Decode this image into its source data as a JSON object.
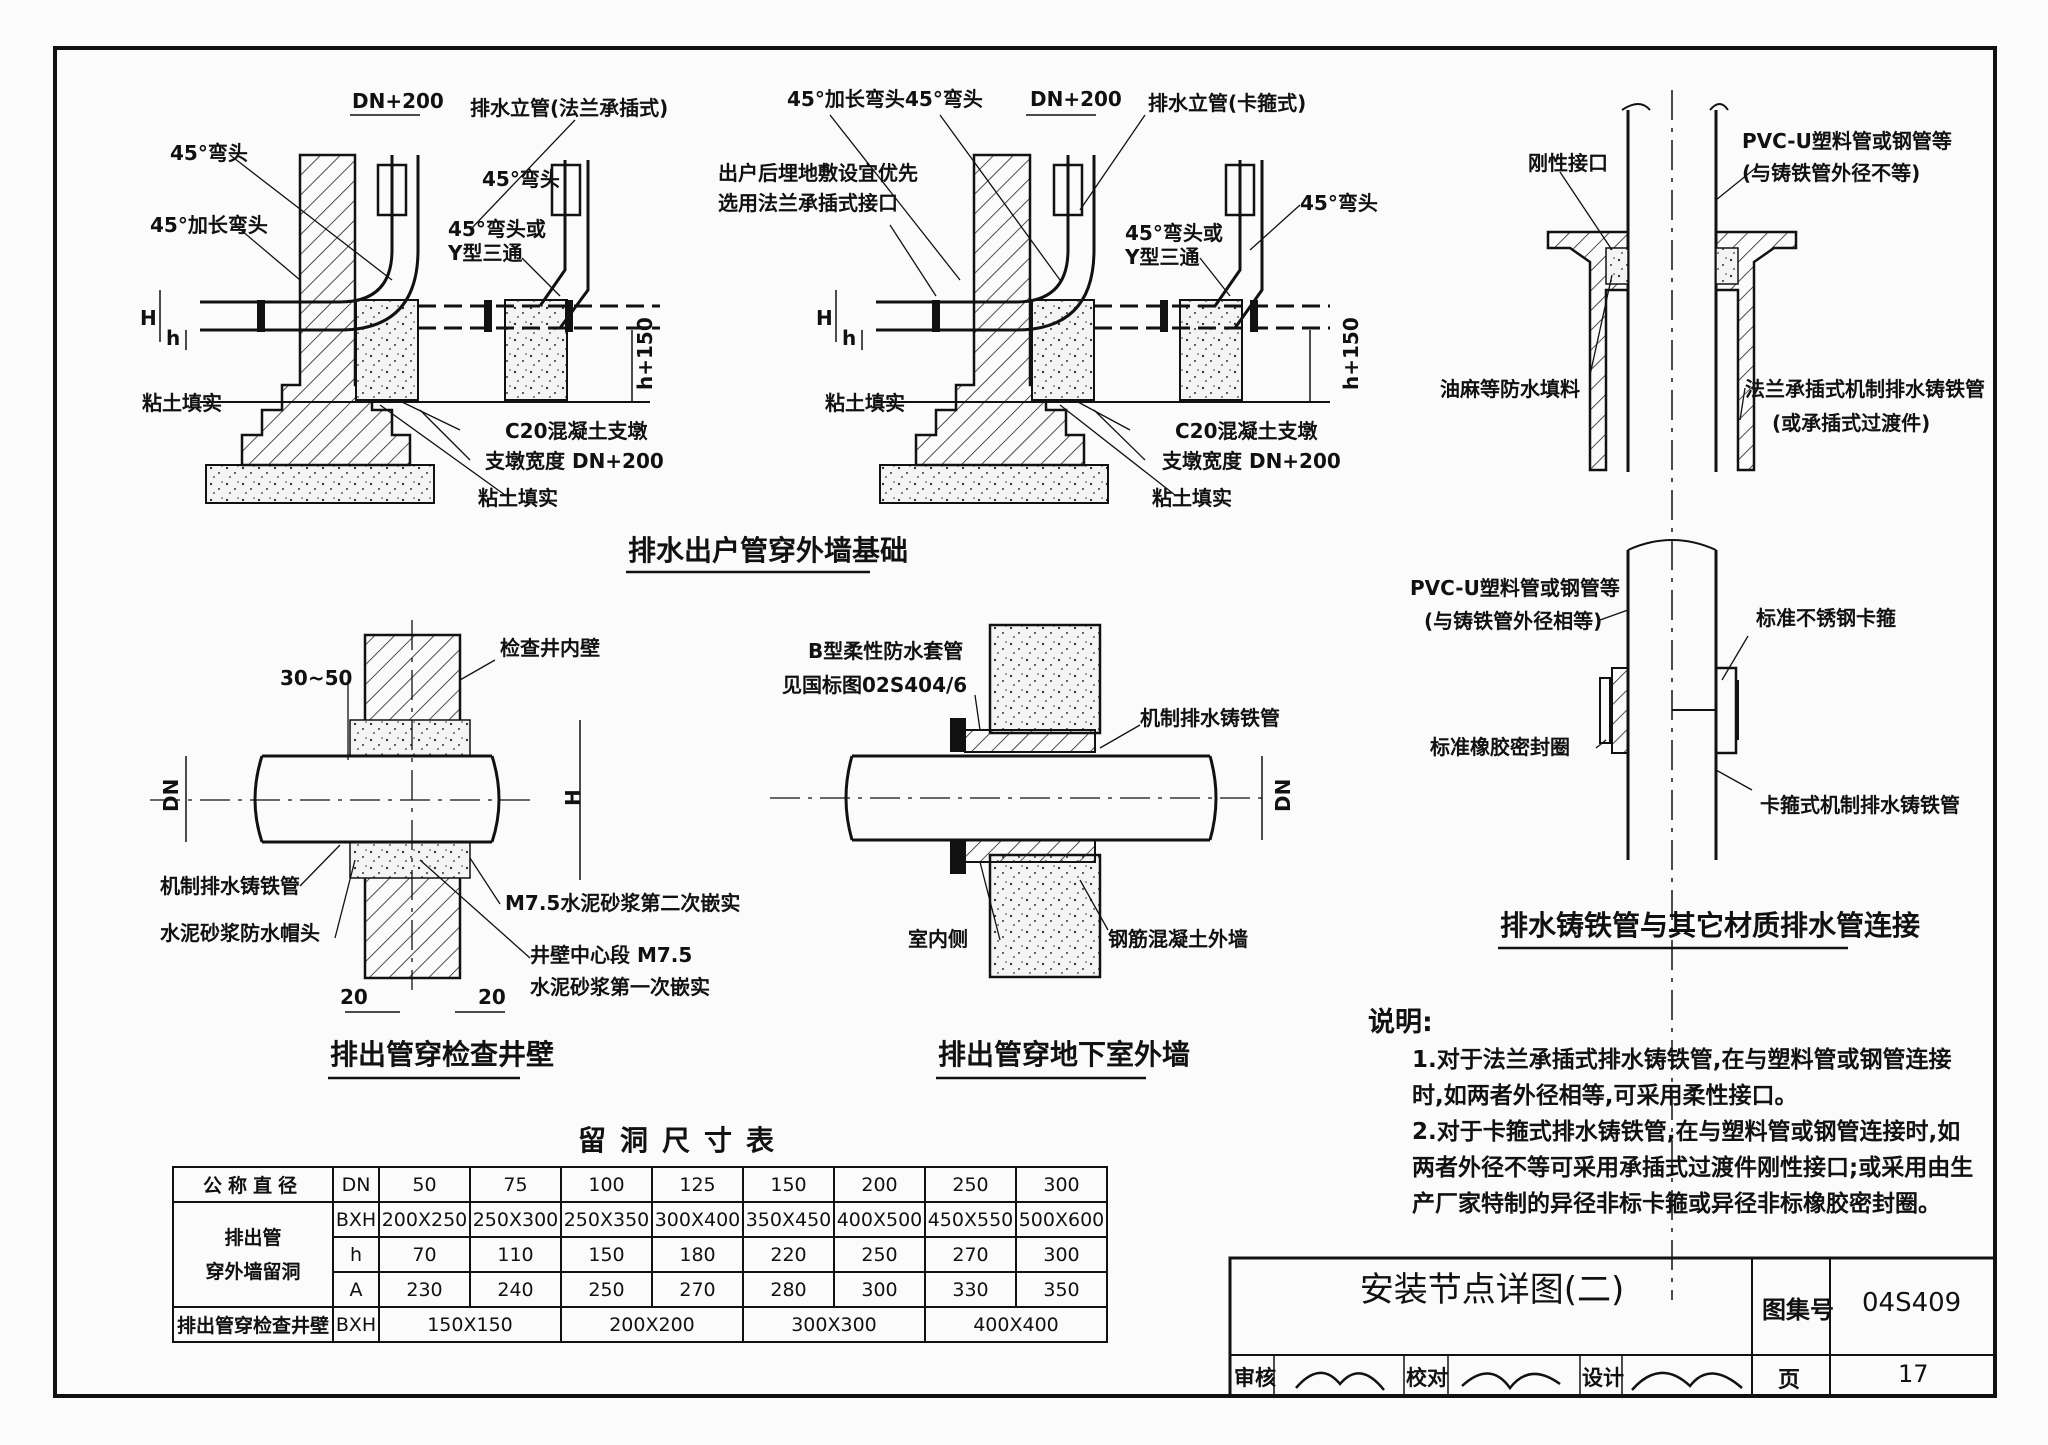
{
  "labels": {
    "dn200_a": "DN+200",
    "riser_flange": "排水立管(法兰承插式)",
    "elbow45_a": "45°弯头",
    "ext_elbow45_a": "45°加长弯头",
    "elbow45_b": "45°弯头",
    "elbow_or_y_a1": "45°弯头或",
    "elbow_or_y_a2": "Y型三通",
    "h_a": "H",
    "hsmall_a": "h",
    "h150_a": "h+150",
    "clay_a1": "粘土填实",
    "c20_a": "C20混凝土支墩",
    "pier_width_a": "支墩宽度 DN+200",
    "clay_a2": "粘土填实",
    "ext_elbow45_b": "45°加长弯头",
    "elbow45_c": "45°弯头",
    "dn200_b": "DN+200",
    "riser_clamp": "排水立管(卡箍式)",
    "outdoor_note1": "出户后埋地敷设宜优先",
    "outdoor_note2": "选用法兰承插式接口",
    "elbow_or_y_b1": "45°弯头或",
    "elbow_or_y_b2": "Y型三通",
    "elbow45_d": "45°弯头",
    "h_b": "H",
    "hsmall_b": "h",
    "h150_b": "h+150",
    "clay_b1": "粘土填实",
    "c20_b": "C20混凝土支墩",
    "pier_width_b": "支墩宽度 DN+200",
    "clay_b2": "粘土填实",
    "rigid_joint": "刚性接口",
    "pvc_top1": "PVC-U塑料管或钢管等",
    "pvc_top2": "(与铸铁管外径不等)",
    "oakum": "油麻等防水填料",
    "flange_pipe1": "法兰承插式机制排水铸铁管",
    "flange_pipe2": "(或承插式过渡件)",
    "pvc_bot1": "PVC-U塑料管或钢管等",
    "pvc_bot2": "(与铸铁管外径相等)",
    "std_clamp": "标准不锈钢卡箍",
    "rubber_ring": "标准橡胶密封圈",
    "clamp_pipe": "卡箍式机制排水铸铁管",
    "dim_30_50": "30~50",
    "inner_wall": "检查井内壁",
    "dn_c": "DN",
    "h_c": "H",
    "cast_pipe_c": "机制排水铸铁管",
    "mortar_cap": "水泥砂浆防水帽头",
    "m75_second": "M7.5水泥砂浆第二次嵌实",
    "m75_first1": "井壁中心段 M7.5",
    "m75_first2": "水泥砂浆第一次嵌实",
    "dim20_a": "20",
    "dim20_b": "20",
    "sleeve_b": "B型柔性防水套管",
    "sleeve_ref": "见国标图02S404/6",
    "cast_pipe_d": "机制排水铸铁管",
    "dn_d": "DN",
    "indoor_side": "室内侧",
    "rc_wall": "钢筋混凝土外墙"
  },
  "titles": {
    "foundation": "排水出户管穿外墙基础",
    "inspection": "排出管穿检查井壁",
    "basement": "排出管穿地下室外墙",
    "connection": "排水铸铁管与其它材质排水管连接"
  },
  "notes": {
    "title": "说明:",
    "n1": "1.对于法兰承插式排水铸铁管,在与塑料管或钢管连接时,如两者外径相等,可采用柔性接口。",
    "n2": "2.对于卡箍式排水铸铁管,在与塑料管或钢管连接时,如两者外径不等可采用承插式过渡件刚性接口;或采用由生产厂家特制的异径非标卡箍或异径非标橡胶密封圈。"
  },
  "table": {
    "title": "留洞尺寸表",
    "hdr_name": "公称直径",
    "hdr_dn": "DN",
    "dn": [
      "50",
      "75",
      "100",
      "125",
      "150",
      "200",
      "250",
      "300"
    ],
    "grp_line1": "排出管",
    "grp_line2": "穿外墙留洞",
    "row_bxh": "BXH",
    "bxh": [
      "200X250",
      "250X300",
      "250X350",
      "300X400",
      "350X450",
      "400X500",
      "450X550",
      "500X600"
    ],
    "row_h": "h",
    "h": [
      "70",
      "110",
      "150",
      "180",
      "220",
      "250",
      "270",
      "300"
    ],
    "row_a": "A",
    "a": [
      "230",
      "240",
      "250",
      "270",
      "280",
      "300",
      "330",
      "350"
    ],
    "well_label": "排出管穿检查井壁",
    "well_bxh": "BXH",
    "well": [
      "150X150",
      "200X200",
      "300X300",
      "400X400"
    ]
  },
  "title_block": {
    "title": "安装节点详图(二)",
    "atlas_label": "图集号",
    "atlas": "04S409",
    "review": "审核",
    "check": "校对",
    "design": "设计",
    "page_label": "页",
    "page": "17"
  }
}
